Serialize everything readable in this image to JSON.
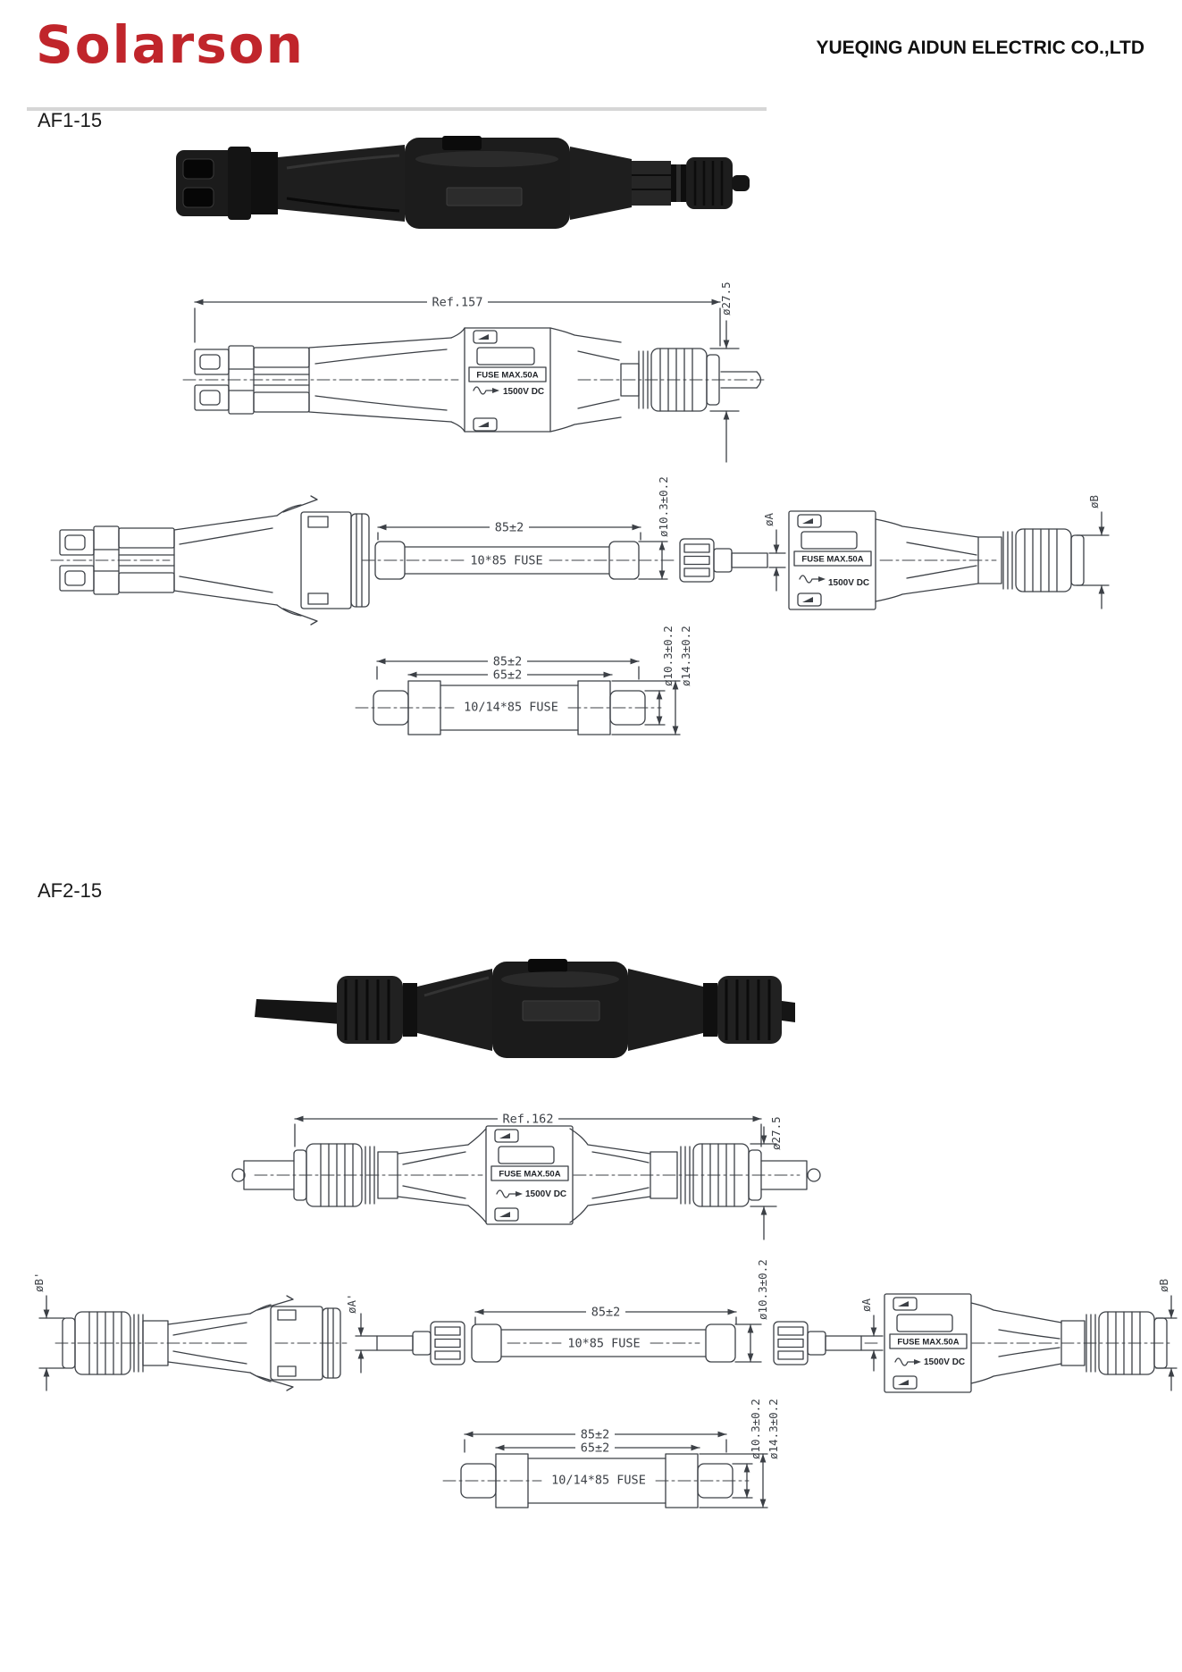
{
  "header": {
    "brand": "Solarson",
    "company": "YUEQING AIDUN ELECTRIC CO.,LTD"
  },
  "colors": {
    "brand_red": "#c0252b",
    "drawing_line": "#3c4046",
    "photo_black": "#1b1b1b"
  },
  "af1": {
    "model": "AF1-15",
    "assembled": {
      "ref": "Ref.157",
      "dia": "ø27.5"
    },
    "body": {
      "label": "FUSE MAX.50A",
      "voltage": "1500V DC"
    },
    "fuse_small": {
      "len": "85±2",
      "name": "10*85 FUSE",
      "dia": "ø10.3±0.2"
    },
    "fuse_large": {
      "len": "85±2",
      "len_inner": "65±2",
      "name": "10/14*85 FUSE",
      "dia_inner": "ø10.3±0.2",
      "dia_outer": "ø14.3±0.2"
    },
    "dims": {
      "a": "øA",
      "b": "øB"
    }
  },
  "af2": {
    "model": "AF2-15",
    "assembled": {
      "ref": "Ref.162",
      "dia": "ø27.5"
    },
    "body": {
      "label": "FUSE MAX.50A",
      "voltage": "1500V DC"
    },
    "fuse_small": {
      "len": "85±2",
      "name": "10*85 FUSE",
      "dia": "ø10.3±0.2"
    },
    "fuse_large": {
      "len": "85±2",
      "len_inner": "65±2",
      "name": "10/14*85 FUSE",
      "dia_inner": "ø10.3±0.2",
      "dia_outer": "ø14.3±0.2"
    },
    "dims": {
      "a": "øA",
      "b": "øB",
      "a_prime": "øA'",
      "b_prime": "øB'"
    }
  }
}
